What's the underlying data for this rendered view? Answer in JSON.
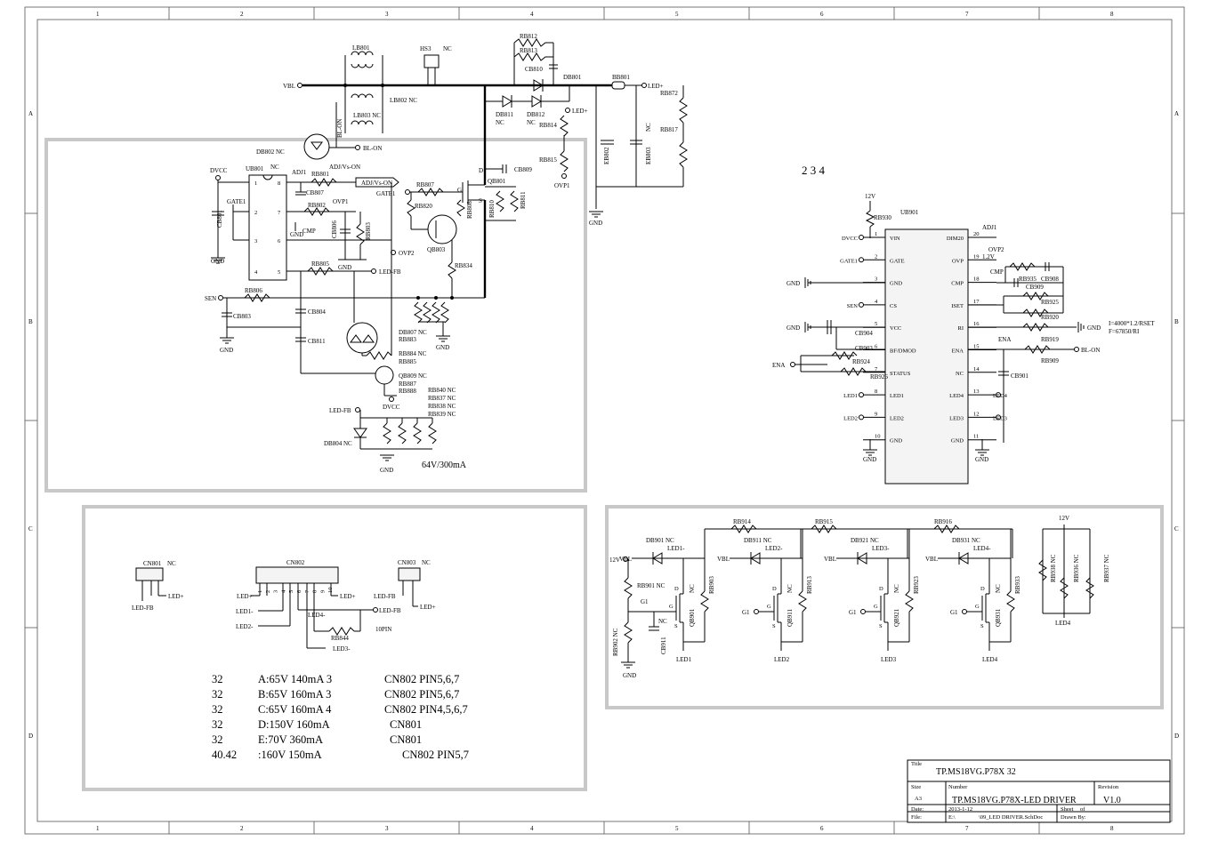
{
  "title_block": {
    "title_label": "Title",
    "title": "TP.MS18VG.P78X  32",
    "size_label": "Size",
    "size": "A3",
    "number_label": "Number",
    "number": "TP.MS18VG.P78X-LED DRIVER",
    "revision_label": "Revision",
    "revision": "V1.0",
    "date_label": "Date:",
    "date": "2013-1-12",
    "file_label": "File:",
    "drive": "E:\\",
    "file": "\\09_LED DRIVER.SchDoc",
    "sheet_label": "Sheet",
    "of_label": "of",
    "drawn_label": "Drawn By:"
  },
  "grid": {
    "columns": [
      "1",
      "2",
      "3",
      "4",
      "5",
      "6",
      "7",
      "8"
    ],
    "rows": [
      "A",
      "B",
      "C",
      "D"
    ]
  },
  "variant_digits": "2  3  4",
  "notes": [
    {
      "size": "32",
      "spec": "A:65V 140mA  3",
      "conn": "CN802  PIN5,6,7"
    },
    {
      "size": "32",
      "spec": "B:65V 160mA  3",
      "conn": "CN802  PIN5,6,7"
    },
    {
      "size": "32",
      "spec": "C:65V 160mA  4",
      "conn": "CN802  PIN4,5,6,7"
    },
    {
      "size": "32",
      "spec": "D:150V 160mA",
      "conn": "CN801"
    },
    {
      "size": "32",
      "spec": "E:70V 360mA",
      "conn": "CN801"
    },
    {
      "size": "40.42",
      "spec": ":160V 150mA",
      "conn": "CN802 PIN5,7"
    }
  ],
  "boost": {
    "vbl": "VBL",
    "lb801": "LB801",
    "lb802": "LB802  NC",
    "lb803": "LB803  NC",
    "hs3": "HS3",
    "hs3_nc": "NC",
    "rb812": "RB812",
    "rb813": "RB813",
    "cb810": "CB810",
    "db801": "DB801",
    "bb801": "BB801",
    "led_plus": "LED+",
    "rb872": "RB872",
    "rb817": "RB817",
    "db811": "DB811",
    "db812": "DB812",
    "nc": "NC",
    "rb814": "RB814",
    "rb815": "RB815",
    "ovp1": "OVP1",
    "eb802": "EB802",
    "eb803": "EB803",
    "gnd": "GND",
    "db802": "DB802  NC",
    "bl_on": "BL-ON",
    "bl_on_vert": "BL-ON"
  },
  "ub801": {
    "ref": "UB801",
    "nc": "NC",
    "dvcc": "DVCC",
    "adj1": "ADJ1",
    "adj_vs_on": "ADJ/Vs-ON",
    "rb801": "RB801",
    "cb807": "CB807",
    "gate1": "GATE1",
    "rb802": "RB802",
    "ovp1": "OVP1",
    "cmp": "CMP",
    "cb806": "CB806",
    "rb803": "RB803",
    "ovp2": "OVP2",
    "rb805": "RB805",
    "led_fb": "LED-FB",
    "sen": "SEN",
    "rb806": "RB806",
    "cb801": "CB801",
    "cb803": "CB803",
    "cb804": "CB804",
    "cb811": "CB811",
    "gnd": "GND",
    "gate1_in": "GATE1",
    "rb807": "RB807",
    "rb820": "RB820",
    "cb809": "CB809",
    "qb801": "QB801",
    "rb808": "RB808",
    "rb810": "RB810",
    "rb811": "RB811",
    "qb803": "QB803",
    "rb834": "RB834",
    "db807": "DB807  NC",
    "rb883": "RB883",
    "rb884": "RB884  NC",
    "rb885": "RB885",
    "qb809": "QB809  NC",
    "rb887": "RB887",
    "rb888": "RB888",
    "rb840": "RB840  NC",
    "rb837": "RB837  NC",
    "rb838": "RB838  NC",
    "rb839": "RB839  NC",
    "dvcc2": "DVCC",
    "db804": "DB804  NC",
    "rating": "64V/300mA",
    "pins_left": [
      "1",
      "2",
      "3",
      "4"
    ],
    "pins_right": [
      "8",
      "7",
      "6",
      "5"
    ]
  },
  "ub901": {
    "ref": "UB901",
    "v12": "12V",
    "rb930": "RB930",
    "left_pins": [
      {
        "net": "DVCC",
        "num": "1",
        "name": "VIN"
      },
      {
        "net": "GATE1",
        "num": "2",
        "name": "GATE"
      },
      {
        "net": "GND",
        "num": "3",
        "name": "GND"
      },
      {
        "net": "SEN",
        "num": "4",
        "name": "CS"
      },
      {
        "net": "GND",
        "num": "5",
        "name": "VCC"
      },
      {
        "net": "",
        "num": "6",
        "name": "BF/DMOD"
      },
      {
        "net": "",
        "num": "7",
        "name": "STATUS"
      },
      {
        "net": "LED1",
        "num": "8",
        "name": "LED1"
      },
      {
        "net": "LED2",
        "num": "9",
        "name": "LED2"
      },
      {
        "net": "",
        "num": "10",
        "name": "GND"
      }
    ],
    "right_pins": [
      {
        "net": "ADJ1",
        "num": "20",
        "name": "DIM20"
      },
      {
        "net": "OVP2",
        "num": "19",
        "name": "OVP"
      },
      {
        "net": "CMP",
        "num": "18",
        "name": "CMP"
      },
      {
        "net": "",
        "num": "17",
        "name": "ISET"
      },
      {
        "net": "GND",
        "num": "16",
        "name": "RI"
      },
      {
        "net": "BL-ON",
        "num": "15",
        "name": "ENA"
      },
      {
        "net": "",
        "num": "14",
        "name": "NC"
      },
      {
        "net": "LED4",
        "num": "13",
        "name": "LED4"
      },
      {
        "net": "LED3",
        "num": "12",
        "name": "LED3"
      },
      {
        "net": "",
        "num": "11",
        "name": "GND"
      }
    ],
    "ovp_12v": "1.2V",
    "rb935": "RB935",
    "cb908": "CB908",
    "cb909": "CB909",
    "rb925": "RB925",
    "rb920": "RB920",
    "rb919": "RB919",
    "rb909": "RB909",
    "ena": "ENA",
    "ena2": "ENA",
    "cb901": "CB901",
    "cb904": "CB904",
    "cb903": "CB903",
    "rb924": "RB924",
    "rb926": "RB926",
    "formula1": "I=4000*1.2/RSET",
    "formula2": "F=67850/RI",
    "gnd": "GND"
  },
  "connectors": {
    "cn801": "CN801",
    "cn801_nc": "NC",
    "cn802": "CN802",
    "cn803": "CN803",
    "cn803_nc": "NC",
    "led_fb": "LED-FB",
    "led_plus": "LED+",
    "led1m": "LED1-",
    "led2m": "LED2-",
    "led3m": "LED3-",
    "led4m": "LED4-",
    "rb844": "RB844",
    "tenpin": "10PIN",
    "pin_nums": [
      "1",
      "2",
      "3",
      "4",
      "5",
      "6",
      "7",
      "8",
      "9",
      "10"
    ]
  },
  "channels": {
    "rb914": "RB914",
    "rb915": "RB915",
    "rb916": "RB916",
    "v12": "12V",
    "vbl": "VBL",
    "ch": [
      {
        "db": "DB901  NC",
        "led": "LED1-",
        "q": "QB901",
        "r": "RB903",
        "out": "LED1"
      },
      {
        "db": "DB911  NC",
        "led": "LED2-",
        "q": "QB911",
        "r": "RB913",
        "out": "LED2"
      },
      {
        "db": "DB921  NC",
        "led": "LED3-",
        "q": "QB921",
        "r": "RB923",
        "out": "LED3"
      },
      {
        "db": "DB931  NC",
        "led": "LED4-",
        "q": "QB931",
        "r": "RB933",
        "out": "LED4"
      }
    ],
    "rb901": "RB901  NC",
    "rb902": "RB902  NC",
    "cb911": "CB911",
    "g1": "G1",
    "g": "G",
    "d": "D",
    "s": "S",
    "nc": "NC",
    "gnd": "GND",
    "rb938": "RB938  NC",
    "rb936": "RB936  NC",
    "rb937": "RB937  NC",
    "led4": "LED4"
  }
}
